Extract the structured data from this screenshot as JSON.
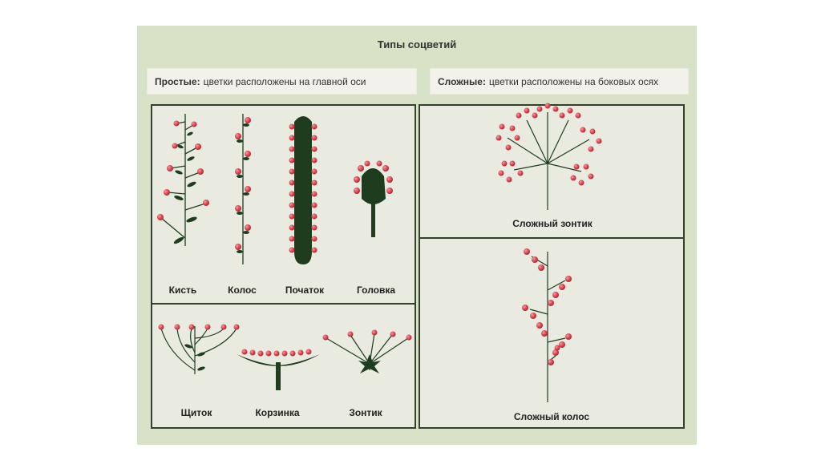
{
  "title": "Типы соцветий",
  "simple": {
    "bold": "Простые:",
    "text": "цветки расположены на главной оси"
  },
  "complex": {
    "bold": "Сложные:",
    "text": "цветки расположены на боковых осях"
  },
  "labels": {
    "kist": "Кисть",
    "kolos": "Колос",
    "pochatok": "Початок",
    "golovka": "Головка",
    "shchitok": "Щиток",
    "korzinka": "Корзинка",
    "zontik": "Зонтик",
    "slozhny_zontik": "Сложный зонтик",
    "slozhny_kolos": "Сложный колос"
  },
  "colors": {
    "stem": "#1e3d1e",
    "flower": "#d9414b",
    "panel": "#d8e2c6",
    "box": "#e9ebe0",
    "border": "#33402c"
  }
}
